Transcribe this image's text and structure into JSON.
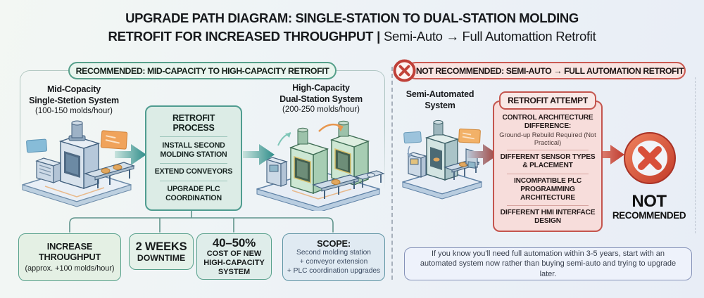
{
  "title": {
    "line1": "UPGRADE PATH DIAGRAM: SINGLE-STATION TO DUAL-STATION MOLDING",
    "line2_bold": "RETROFIT FOR INCREASED THROUGHPUT",
    "line2_sep": "|",
    "line2_rest": "Semi-Auto → Full Automattion Retrofit"
  },
  "recommended": {
    "banner": "RECOMMENDED: MID-CAPACITY TO HIGH-CAPACITY RETROFIT",
    "source_system": {
      "line1": "Mid-Copacity",
      "line2": "Single-Stetion System",
      "line3": "(100-150 molds/hour)"
    },
    "target_system": {
      "line1": "High-Capacity",
      "line2": "Dual-Station System",
      "line3": "(200-250 molds/hour)"
    },
    "process": {
      "title": "RETROFIT PROCESS",
      "steps": [
        "INSTALL SECOND MOLDING STATION",
        "EXTEND CONVEYORS",
        "UPGRADE PLC COORDINATION"
      ]
    },
    "benefits": [
      {
        "big": "INCREASE THROUGHPUT",
        "small": "(approx. +100 molds/hour)"
      },
      {
        "big": "2 WEEKS",
        "small": "DOWNTIME"
      },
      {
        "big": "40–50%",
        "small": "COST OF NEW HIGH-CAPACITY SYSTEM"
      },
      {
        "big": "SCOPE:",
        "lines": [
          "Second molding station",
          "+ conveyor extension",
          "+ PLC coordination upgrades"
        ]
      }
    ]
  },
  "not_recommended": {
    "banner": "NOT RECOMMENDED: SEMI-AUTO → FULL AUTOMATION RETROFIT",
    "source_system": {
      "line1": "Semi-Automated",
      "line2": "System"
    },
    "attempt": {
      "title": "RETROFIT ATTEMPT",
      "issues": [
        {
          "title": "CONTROL ARCHITECTURE DIFFERENCE:",
          "detail": "Ground-up Rebuild Required (Not Practical)"
        },
        {
          "title": "DIFFERENT SENSOR TYPES & PLACEMENT",
          "detail": ""
        },
        {
          "title": "INCOMPATIBLE PLC PROGRAMMING ARCHITECTURE",
          "detail": ""
        },
        {
          "title": "DIFFERENT HMI INTERFACE DESIGN",
          "detail": ""
        }
      ]
    },
    "verdict": {
      "line1": "NOT",
      "line2": "RECOMMENDED"
    },
    "note": "If you know you'll need full automation within 3-5 years, start with an automated system now rather than buying semi-auto and trying to upgrade later."
  },
  "icons": {
    "banner_x": "x-circle-icon",
    "verdict_x": "x-circle-icon"
  },
  "colors": {
    "recommended_accent": "#4f9c90",
    "not_recommended_accent": "#c4554e",
    "warning_red": "#d0442f",
    "scope_text": "#3c4c63"
  }
}
